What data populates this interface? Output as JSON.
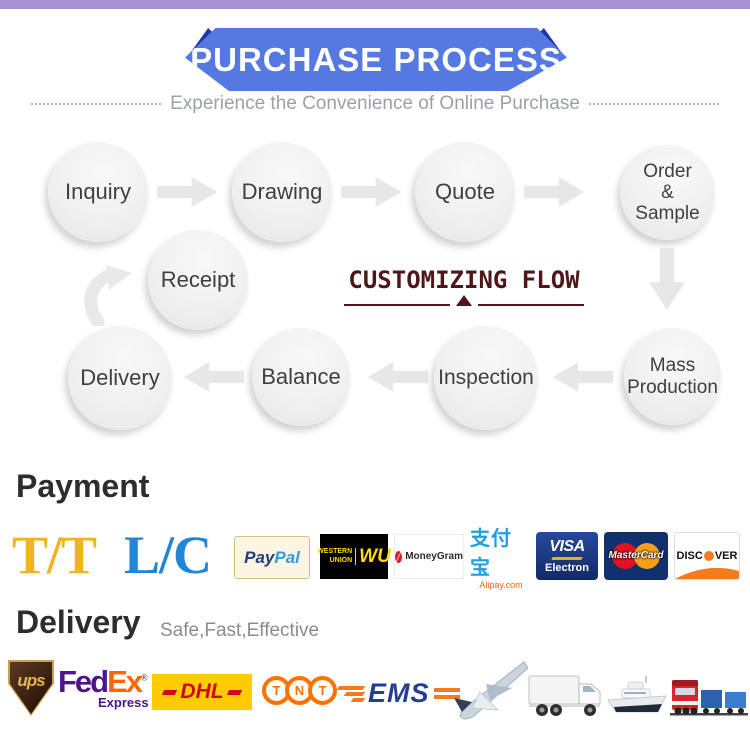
{
  "banner": {
    "title": "PURCHASE PROCESS",
    "subtitle": "Experience the Convenience of Online Purchase"
  },
  "flow": {
    "heading": "CUSTOMIZING FLOW",
    "steps": {
      "inquiry": "Inquiry",
      "drawing": "Drawing",
      "quote": "Quote",
      "order_sample": "Order\n&\nSample",
      "receipt": "Receipt",
      "delivery": "Delivery",
      "balance": "Balance",
      "inspection": "Inspection",
      "mass_production": "Mass\nProduction"
    }
  },
  "payment": {
    "heading": "Payment",
    "tt": "T/T",
    "lc": "L/C",
    "paypal": {
      "pay": "Pay",
      "pal": "Pal"
    },
    "western_union": {
      "line1": "WESTERN",
      "line2": "UNION",
      "initials": "WU"
    },
    "moneygram": {
      "name": "MoneyGram"
    },
    "alipay": {
      "cn": "支付宝",
      "en": "Alipay.com"
    },
    "visa_electron": {
      "brand": "VISA",
      "sub": "Electron"
    },
    "mastercard": {
      "name": "MasterCard"
    },
    "discover": {
      "pre": "DISC",
      "post": "VER"
    }
  },
  "delivery": {
    "heading": "Delivery",
    "tagline": "Safe,Fast,Effective",
    "ups": {
      "name": "ups"
    },
    "fedex": {
      "fed": "Fed",
      "ex": "Ex",
      "reg": "®",
      "sub": "Express"
    },
    "dhl": {
      "name": "DHL"
    },
    "tnt": {
      "t1": "T",
      "t2": "N",
      "t3": "T"
    },
    "ems": {
      "name": "EMS"
    },
    "vehicle_icons": [
      "airplane",
      "truck",
      "yacht",
      "train"
    ]
  },
  "colors": {
    "banner_blue": "#5679e1",
    "banner_navy": "#1b38ad",
    "banner_purple": "#a591d3",
    "flow_accent_maroon": "#4e181a",
    "circle_gray": "#efefef",
    "arrow_gray": "#e7e7e7",
    "tt_gold": "#efb41e",
    "lc_blue": "#2285d8",
    "paypal_dark_blue": "#223e7d",
    "paypal_light_blue": "#2f9fdb",
    "wu_yellow": "#ffd900",
    "moneygram_red": "#d91f2d",
    "alipay_blue": "#1ba0e2",
    "visa_navy": "#122a66",
    "mastercard_red": "#e21221",
    "mastercard_yellow": "#f79e1b",
    "discover_orange": "#f47b20",
    "ups_brown": "#2a1608",
    "fedex_purple": "#4d148c",
    "fedex_orange": "#ff6600",
    "dhl_yellow": "#ffcc00",
    "dhl_red": "#d40511",
    "tnt_orange": "#ff7200",
    "ems_blue": "#233e94",
    "ems_orange": "#f4791f"
  }
}
